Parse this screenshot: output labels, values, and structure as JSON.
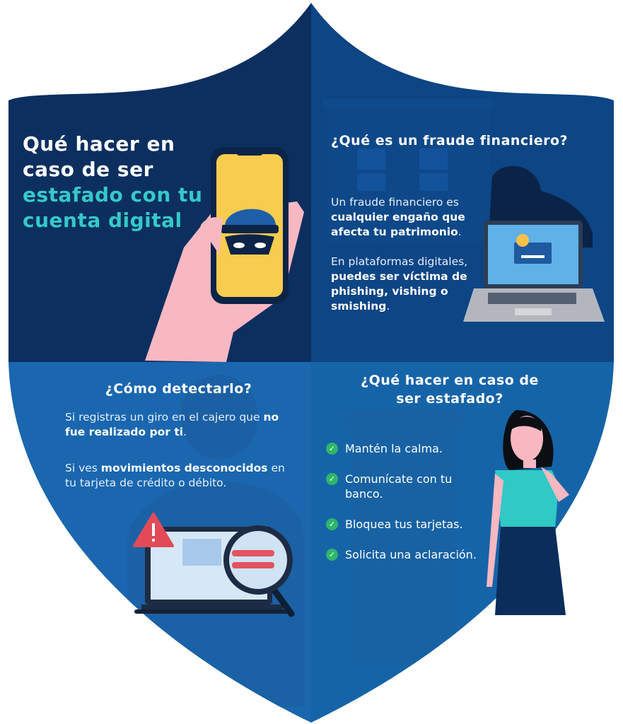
{
  "hero": {
    "title_line1": "Qué hacer en",
    "title_line2": "caso de ser",
    "title_highlight1": "estafado con tu",
    "title_highlight2": "cuenta digital"
  },
  "fraud": {
    "heading": "¿Qué es un fraude financiero?",
    "p1_normal": "Un fraude financiero es",
    "p1_bold": "cualquier engaño que afecta tu patrimonio",
    "p1_end": ".",
    "p2_normal": "En plataformas digitales,",
    "p2_bold": "puedes ser víctima de phishing, vishing o smishing",
    "p2_end": "."
  },
  "detect": {
    "heading": "¿Cómo detectarlo?",
    "p1_normal": "Si registras un giro en el cajero que",
    "p1_bold": "no fue realizado por ti",
    "p1_end": ".",
    "p2_normal": "Si ves",
    "p2_bold": "movimientos desconocidos",
    "p2_end": "en tu tarjeta de crédito o débito."
  },
  "action": {
    "heading": "¿Qué hacer en caso de ser estafado?",
    "items": [
      "Mantén la calma.",
      "Comunícate con tu banco.",
      "Bloquea tus tarjetas.",
      "Solicita una aclaración."
    ]
  },
  "icons": {
    "check": "check-circle-icon",
    "warning": "warning-icon",
    "search": "magnifier-icon",
    "coin": "$"
  },
  "colors": {
    "q1": "#0c2f5f",
    "q2": "#0d4585",
    "q3": "#1a67b0",
    "q4": "#1664a8",
    "accent": "#35c9c9",
    "check": "#2eb66b"
  }
}
